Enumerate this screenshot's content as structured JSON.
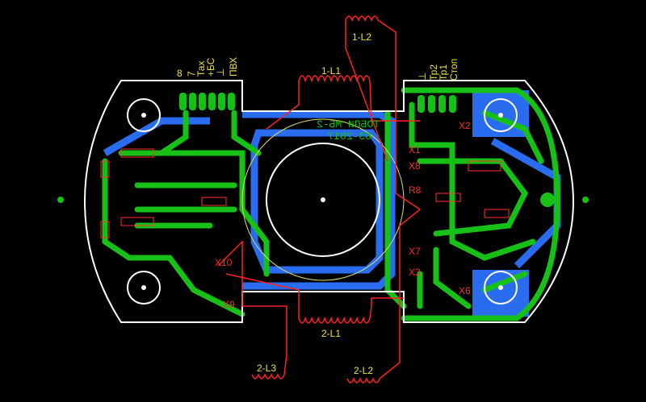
{
  "connector_left_labels": [
    "8",
    "7",
    "Тах",
    "+БС",
    "⊥",
    "ПВХ"
  ],
  "connector_right_labels": [
    "⊥",
    "Тр2",
    "Тр1",
    "Стоп"
  ],
  "board_title": "ТОБПИ МБ-2",
  "board_date": "03-2017",
  "coil_labels": [
    "1-L1",
    "1-L2",
    "2-L1",
    "2-L2",
    "2-L3"
  ],
  "designators": [
    "X1",
    "X2",
    "X3",
    "X6",
    "X7",
    "X8",
    "X9",
    "X10",
    "R8"
  ],
  "colors": {
    "copper_top": "#16c016",
    "copper_bottom": "#2a6cf0",
    "outline": "#ffffff",
    "wires": "#ff2020",
    "silk": "#e8e040"
  }
}
